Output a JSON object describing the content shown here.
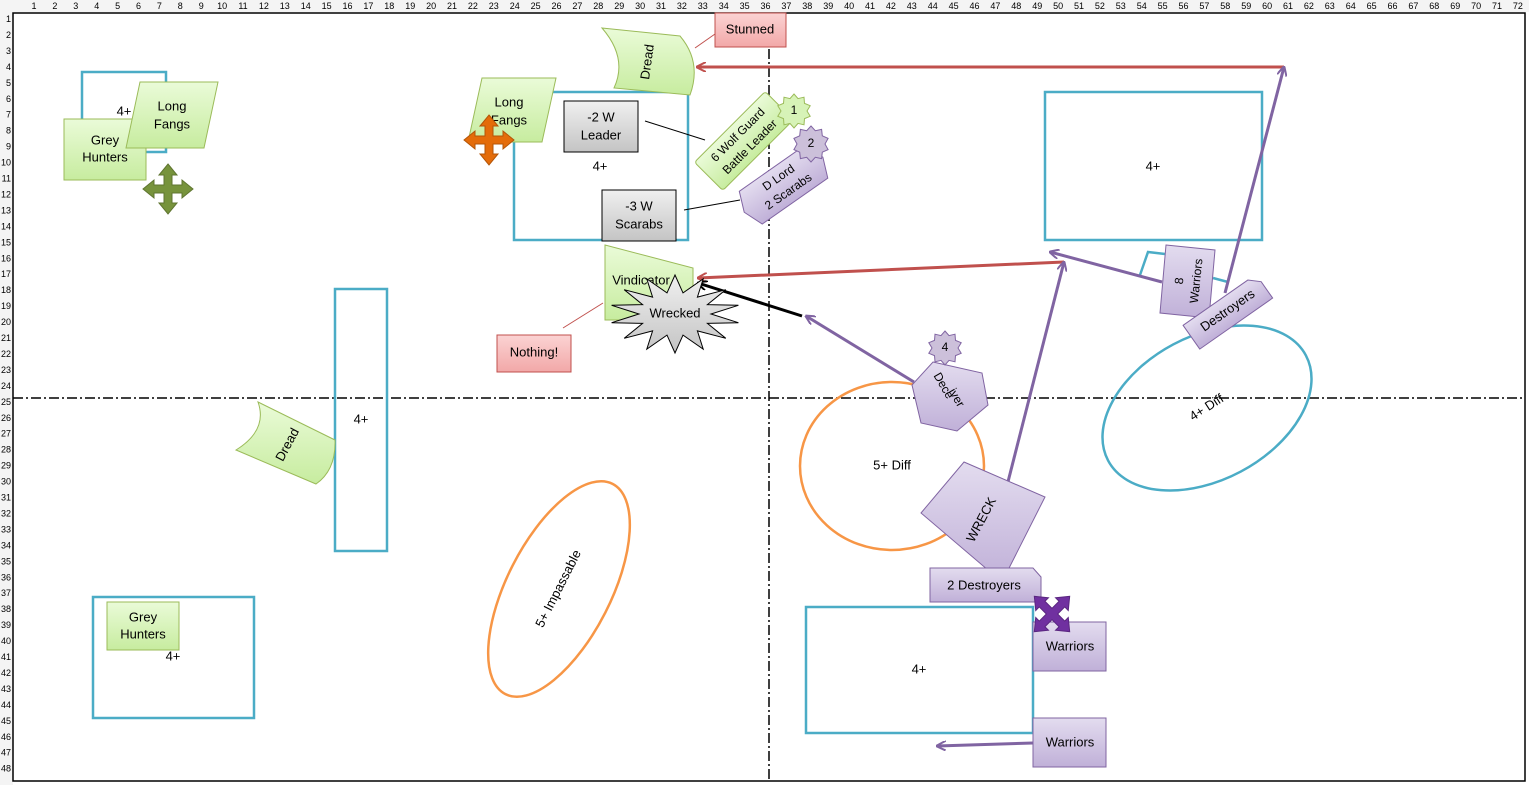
{
  "grid": {
    "columns": [
      "1",
      "2",
      "3",
      "4",
      "5",
      "6",
      "7",
      "8",
      "9",
      "10",
      "11",
      "12",
      "13",
      "14",
      "15",
      "16",
      "17",
      "18",
      "19",
      "20",
      "21",
      "22",
      "23",
      "24",
      "25",
      "26",
      "27",
      "28",
      "29",
      "30",
      "31",
      "32",
      "33",
      "34",
      "35",
      "36",
      "37",
      "38",
      "39",
      "40",
      "41",
      "42",
      "43",
      "44",
      "45",
      "46",
      "47",
      "48",
      "49",
      "50",
      "51",
      "52",
      "53",
      "54",
      "55",
      "56",
      "57",
      "58",
      "59",
      "60",
      "61",
      "62",
      "63",
      "64",
      "65",
      "66",
      "67",
      "68",
      "69",
      "70",
      "71",
      "72"
    ],
    "rows": [
      "1",
      "2",
      "3",
      "4",
      "5",
      "6",
      "7",
      "8",
      "9",
      "10",
      "11",
      "12",
      "13",
      "14",
      "15",
      "16",
      "17",
      "18",
      "19",
      "20",
      "21",
      "22",
      "23",
      "24",
      "25",
      "26",
      "27",
      "28",
      "29",
      "30",
      "31",
      "32",
      "33",
      "34",
      "35",
      "36",
      "37",
      "38",
      "39",
      "40",
      "41",
      "42",
      "43",
      "44",
      "45",
      "46",
      "47",
      "48"
    ]
  },
  "colors": {
    "terrain_box": "#4bacc6",
    "orange_terrain": "#f79646",
    "wolf_fill": "#d7f3b7",
    "wolf_stroke": "#9bbb59",
    "necron_fill": "#ccc0da",
    "necron_stroke": "#8064a2",
    "note_red_fill": "#f5b7b7",
    "note_red_stroke": "#c0504d",
    "note_grey_fill": "#d0d0d0",
    "arrow_red": "#c0504d",
    "arrow_purple": "#8064a2",
    "arrow_black": "#000000"
  },
  "terrain": {
    "box_topleft": "4+",
    "box_top_center": "4+",
    "box_top_right": "4+",
    "pillar": "4+",
    "box_bottom_left": "4+",
    "box_bottom_right": "4+",
    "ellipse_impassable": "5+ Impassable",
    "circle_diff": "5+ Diff",
    "ellipse_diff": "4+ Diff"
  },
  "wolves": {
    "long_fangs_left": [
      "Long",
      "Fangs"
    ],
    "grey_hunters_top": [
      "Grey",
      "Hunters"
    ],
    "long_fangs_center": [
      "Long",
      "Fangs"
    ],
    "dread_top": "Dread",
    "wolf_guard": [
      "6 Wolf Guard",
      "Battle Leader"
    ],
    "vindicator": "Vindicator",
    "dread_left": "Dread",
    "grey_hunters_bottom": [
      "Grey",
      "Hunters"
    ]
  },
  "necrons": {
    "dlord": [
      "D Lord",
      "2 Scarabs"
    ],
    "warriors_top": [
      "8",
      "Warriors"
    ],
    "destroyers_top": "Destroyers",
    "deceiver": [
      "Dece",
      "iver"
    ],
    "wreck": "WRECK",
    "destroyers_bottom": "2 Destroyers",
    "warriors_mid": "Warriors",
    "warriors_bottom": "Warriors"
  },
  "markers": {
    "badge_1": "1",
    "badge_2": "2",
    "badge_4": "4"
  },
  "notes": {
    "stunned": "Stunned",
    "nothing": "Nothing!",
    "wrecked": "Wrecked",
    "leader_loss": [
      "-2 W",
      "Leader"
    ],
    "scarab_loss": [
      "-3 W",
      "Scarabs"
    ]
  }
}
